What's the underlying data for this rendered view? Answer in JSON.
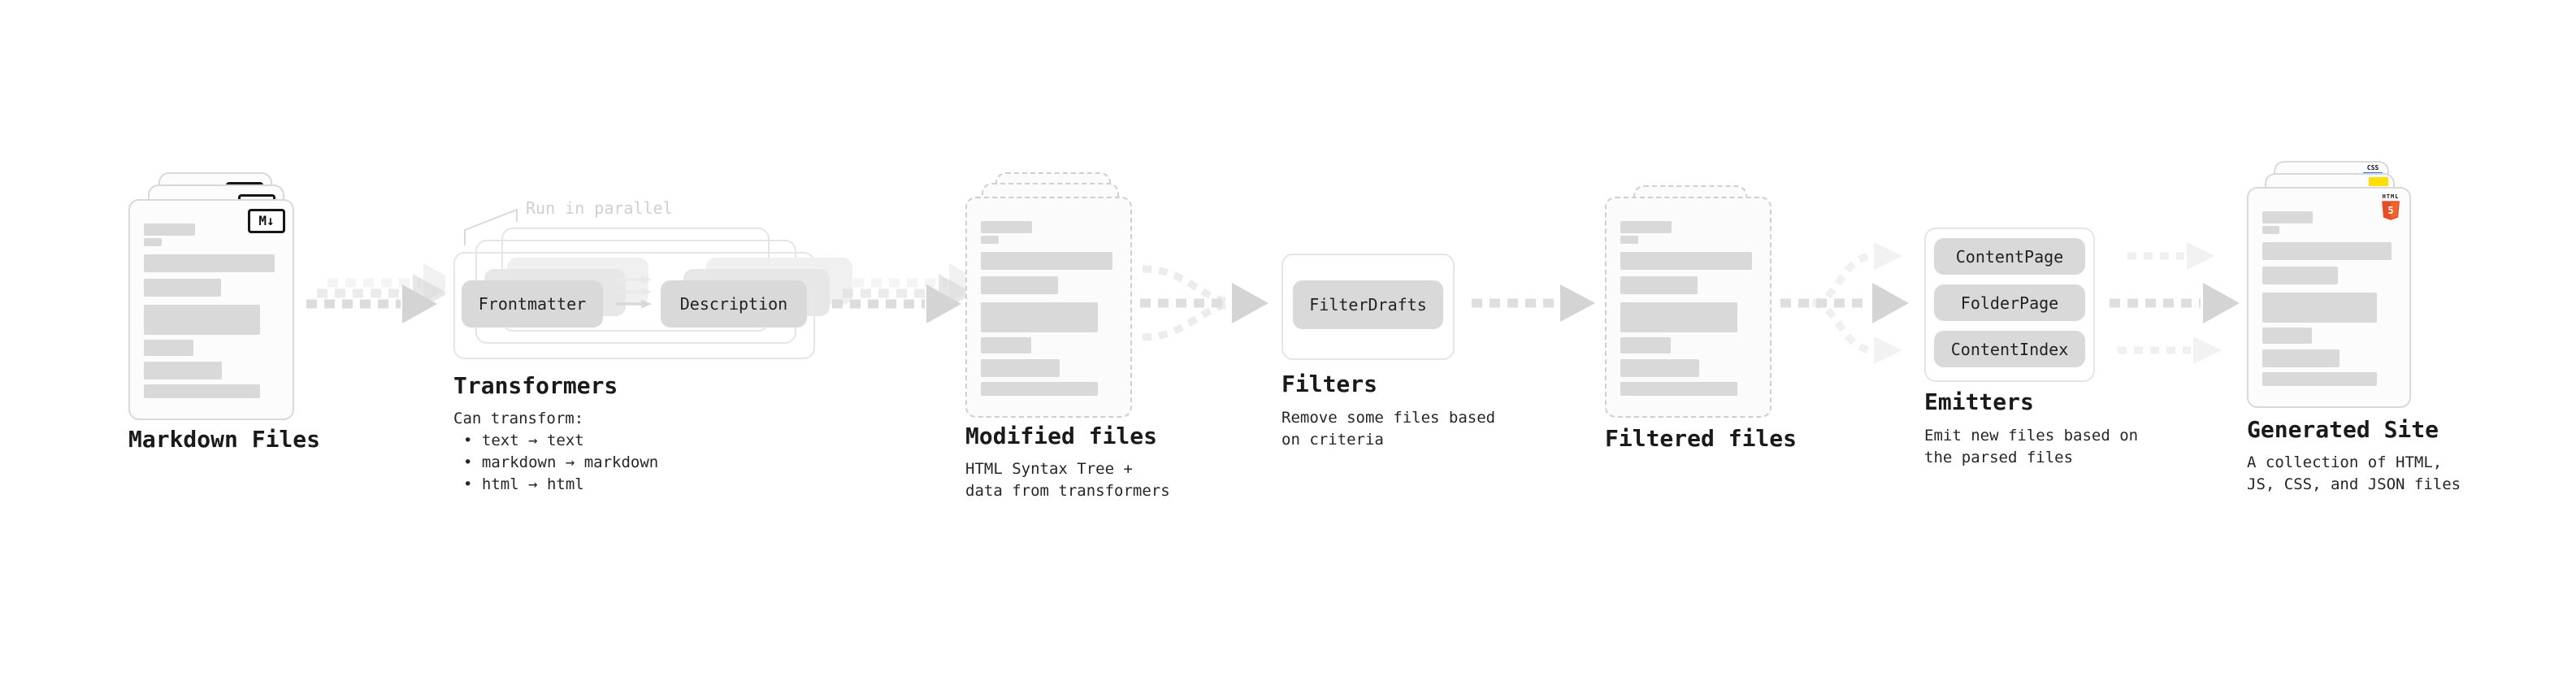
{
  "stages": {
    "markdown_files": {
      "title": "Markdown Files",
      "file_type_badge": "M↓"
    },
    "transformers": {
      "title": "Transformers",
      "parallel_note": "Run in parallel",
      "nodes": [
        "Frontmatter",
        "Description"
      ],
      "description": [
        "Can transform:",
        "• text → text",
        "• markdown → markdown",
        "• html → html"
      ]
    },
    "modified_files": {
      "title": "Modified files",
      "description": [
        "HTML Syntax Tree +",
        "data from transformers"
      ]
    },
    "filters": {
      "title": "Filters",
      "nodes": [
        "FilterDrafts"
      ],
      "description": [
        "Remove some files based",
        "on criteria"
      ]
    },
    "filtered_files": {
      "title": "Filtered files"
    },
    "emitters": {
      "title": "Emitters",
      "nodes": [
        "ContentPage",
        "FolderPage",
        "ContentIndex"
      ],
      "description": [
        "Emit new files based on",
        "the parsed files"
      ]
    },
    "generated_site": {
      "title": "Generated Site",
      "description": [
        "A collection of HTML,",
        "JS, CSS, and JSON files"
      ],
      "badges": {
        "css": "CSS",
        "html_label": "HTML",
        "html_number": "5"
      }
    }
  },
  "colors": {
    "html5_orange": "#e44d26",
    "html5_orange_light": "#f16529",
    "js_yellow": "#ffde00",
    "css_blue": "#2b6cf1",
    "node_gray": "#d9d9d9",
    "arrow_gray": "#d4d4d4"
  }
}
